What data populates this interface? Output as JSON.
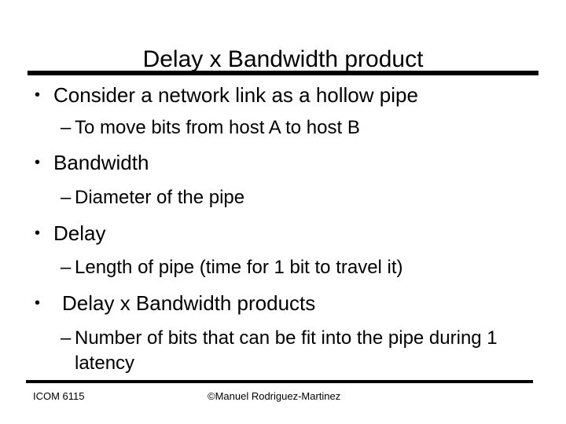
{
  "slide": {
    "title": "Delay x Bandwidth product",
    "bullet_glyph": "•",
    "dash_glyph": "–",
    "items": [
      {
        "level1": "Consider a network link as a hollow pipe",
        "level2": "To move bits from host A to host B"
      },
      {
        "level1": "Bandwidth",
        "level2": "Diameter of the pipe"
      },
      {
        "level1": "Delay",
        "level2": "Length of pipe (time for 1 bit to travel it)"
      },
      {
        "level1": "Delay x Bandwidth products",
        "level2": "Number of bits that can be fit into the pipe during 1 latency"
      }
    ]
  },
  "footer": {
    "course": "ICOM 6115",
    "copyright": "©Manuel Rodriguez-Martinez"
  },
  "colors": {
    "background": "#ffffff",
    "text": "#000000",
    "rule": "#000000"
  }
}
